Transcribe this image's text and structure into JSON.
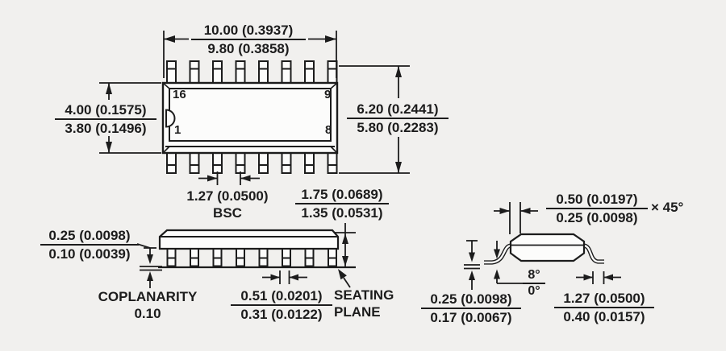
{
  "colors": {
    "background": "#f1f0ee",
    "line": "#1c1c1c"
  },
  "top_view": {
    "pin_top_left": "16",
    "pin_top_right": "9",
    "pin_bottom_left": "1",
    "pin_bottom_right": "8"
  },
  "dims": {
    "overall_width": {
      "top": "10.00 (0.3937)",
      "bottom": "9.80 (0.3858)"
    },
    "body_width": {
      "top": "4.00 (0.1575)",
      "bottom": "3.80 (0.1496)"
    },
    "lead_span": {
      "top": "6.20 (0.2441)",
      "bottom": "5.80 (0.2283)"
    },
    "lead_pitch": {
      "top": "1.27 (0.0500)",
      "bottom": "BSC"
    },
    "pkg_height": {
      "top": "1.75 (0.0689)",
      "bottom": "1.35 (0.0531)"
    },
    "standoff": {
      "top": "0.25 (0.0098)",
      "bottom": "0.10 (0.0039)"
    },
    "coplanarity": {
      "label": "COPLANARITY",
      "value": "0.10"
    },
    "lead_width": {
      "top": "0.51 (0.0201)",
      "bottom": "0.31 (0.0122)"
    },
    "seating_plane": {
      "line1": "SEATING",
      "line2": "PLANE"
    },
    "chamfer": {
      "top": "0.50 (0.0197)",
      "bottom": "0.25 (0.0098)",
      "suffix": "× 45°"
    },
    "foot_angle": {
      "top": "8°",
      "bottom": "0°"
    },
    "lead_thickness": {
      "top": "0.25 (0.0098)",
      "bottom": "0.17 (0.0067)"
    },
    "foot_length": {
      "top": "1.27 (0.0500)",
      "bottom": "0.40 (0.0157)"
    }
  }
}
